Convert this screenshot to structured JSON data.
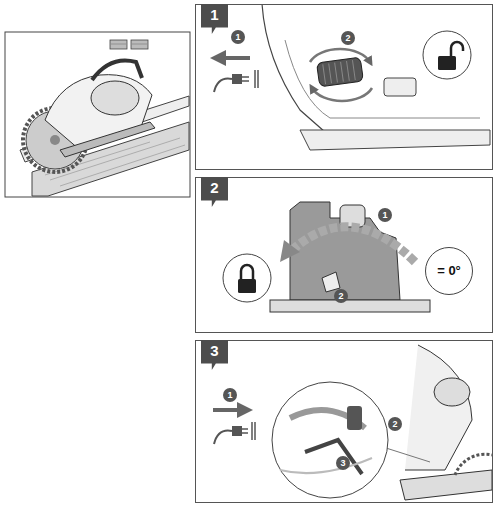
{
  "diagram": {
    "nodes": [
      {
        "text": [
          "1"
        ]
      },
      {
        "text": [
          "1"
        ],
        "in": 0
      },
      {
        "text": [
          "2"
        ],
        "in": 0
      },
      {
        "text": [
          "2"
        ]
      },
      {
        "text": [
          "1"
        ],
        "in": 3
      },
      {
        "text": [
          "2"
        ],
        "in": 3
      },
      {
        "text": [
          "= 0°"
        ],
        "in": 3
      },
      {
        "text": [
          "3"
        ]
      },
      {
        "text": [
          "1"
        ],
        "in": 7
      },
      {
        "text": [
          "2"
        ],
        "in": 7
      },
      {
        "text": [
          "3"
        ],
        "in": 7
      }
    ]
  }
}
